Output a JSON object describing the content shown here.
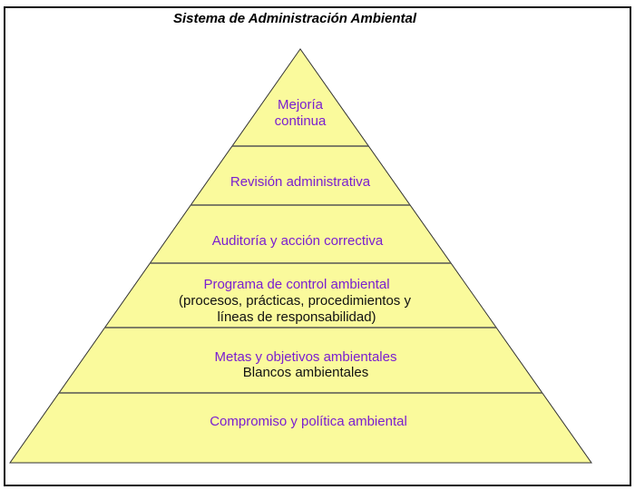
{
  "title": "Sistema de Administración Ambiental",
  "colors": {
    "fill": "#fafa9c",
    "text_accent": "#7a1fd0",
    "text_dark": "#111111",
    "outline": "#333333"
  },
  "levels": [
    {
      "lines": [
        "Mejoría",
        "continua"
      ]
    },
    {
      "lines": [
        "Revisión administrativa"
      ]
    },
    {
      "lines": [
        "Auditoría y acción correctiva"
      ]
    },
    {
      "lines": [
        "Programa de control ambiental"
      ],
      "sub_lines": [
        "(procesos, prácticas, procedimientos y",
        "líneas de responsabilidad)"
      ]
    },
    {
      "lines": [
        "Metas y objetivos ambientales"
      ],
      "sub_lines": [
        "Blancos ambientales"
      ]
    },
    {
      "lines": [
        "Compromiso y política ambiental"
      ]
    }
  ]
}
